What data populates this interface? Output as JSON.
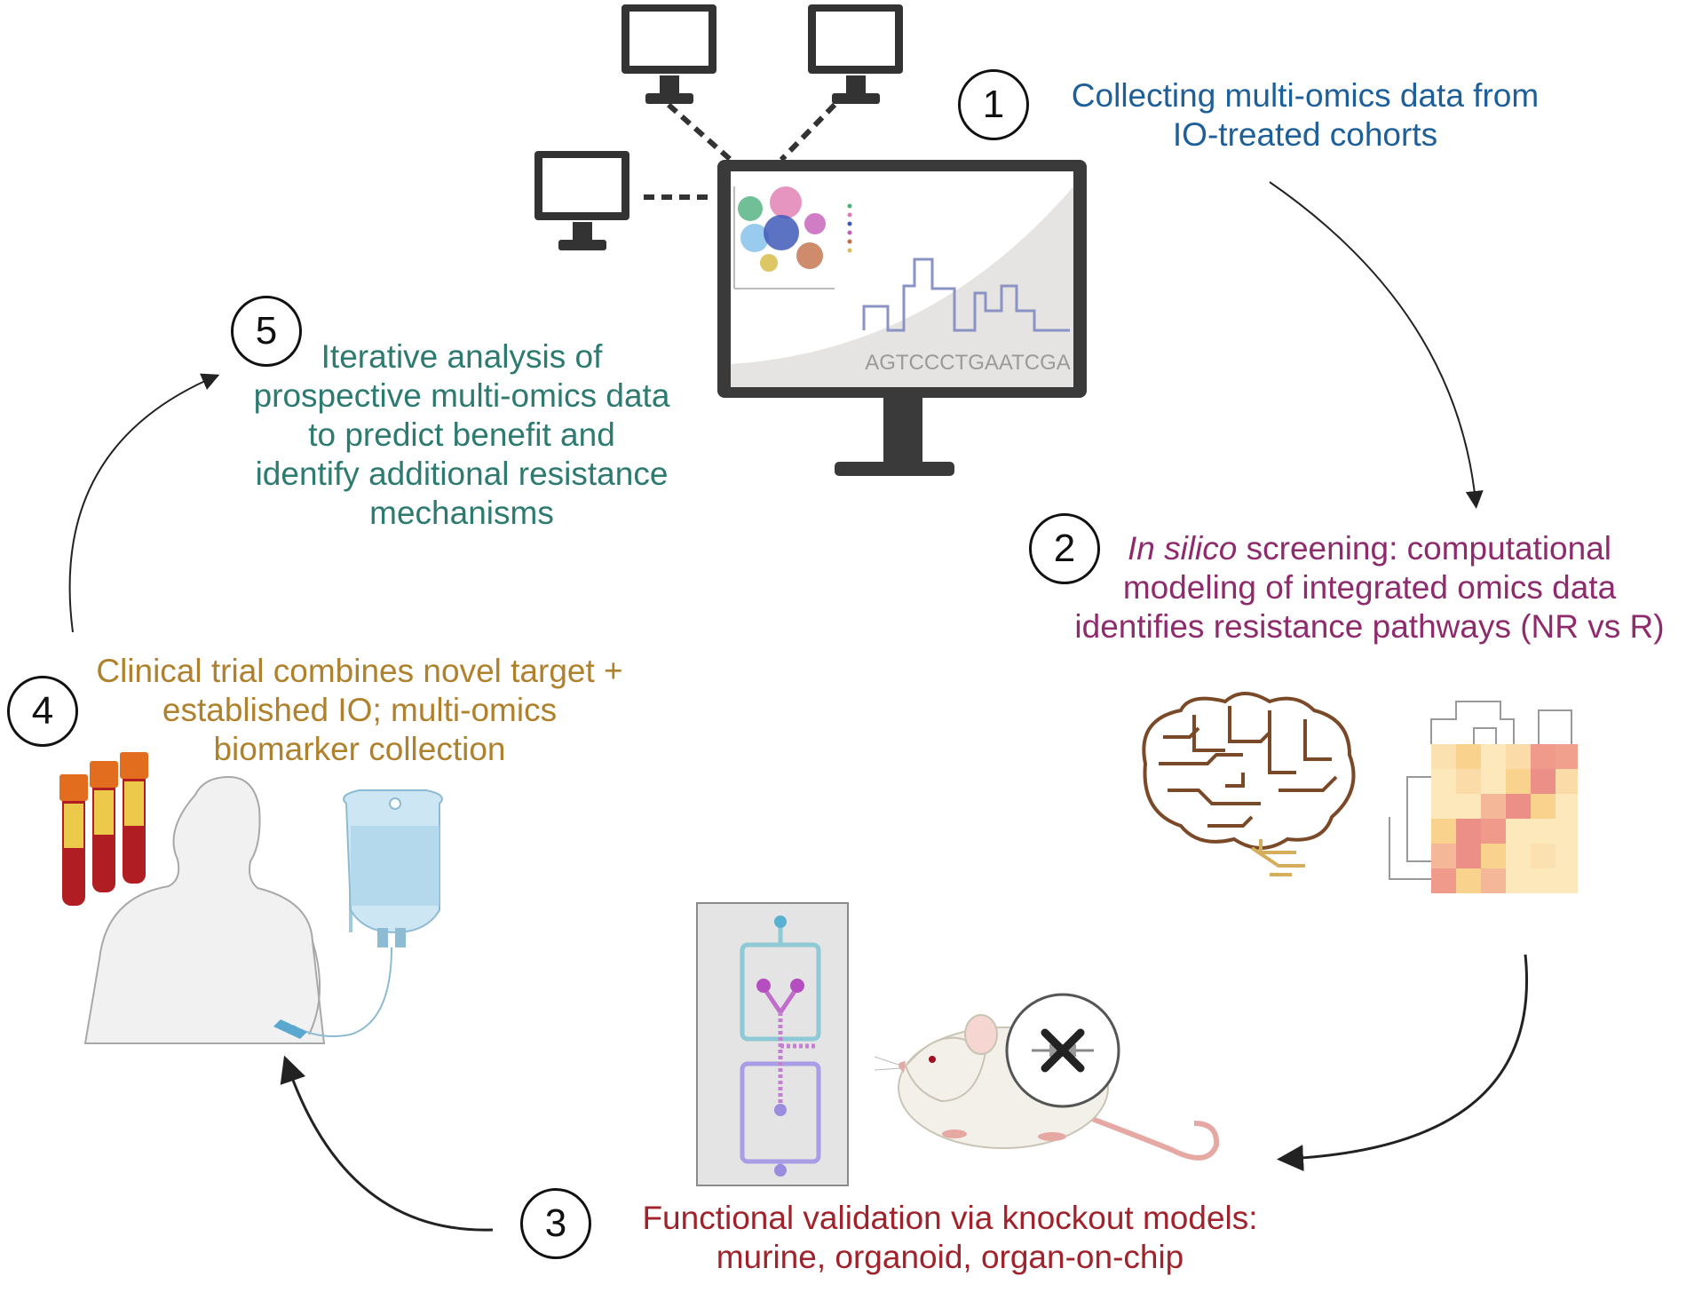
{
  "steps": [
    {
      "number": "1",
      "lines": [
        "Collecting multi-omics data from",
        "IO-treated cohorts"
      ],
      "color": "#1d5f99"
    },
    {
      "number": "2",
      "lines": [
        "In silico screening: computational",
        "modeling of integrated omics data",
        "identifies resistance pathways (NR vs R)"
      ],
      "italic_prefix": "In silico",
      "line1_rest": " screening: computational",
      "color": "#8e2b6d"
    },
    {
      "number": "3",
      "lines": [
        "Functional validation via knockout models:",
        "murine, organoid, organ-on-chip"
      ],
      "color": "#a0222b"
    },
    {
      "number": "4",
      "lines": [
        "Clinical trial combines novel target +",
        "established IO;  multi-omics",
        "biomarker collection"
      ],
      "color": "#b0812d"
    },
    {
      "number": "5",
      "lines": [
        "Iterative analysis of",
        "prospective multi-omics data",
        "to predict benefit and",
        "identify additional resistance",
        "mechanisms"
      ],
      "color": "#2d7a70"
    }
  ],
  "monitor": {
    "sequence_text": "AGTCCCTGAATCGA"
  },
  "icons": {
    "client_computer": "desktop-computer-icon",
    "main_monitor": "analysis-monitor-icon",
    "brain": "circuit-brain-icon",
    "heatmap": "clustered-heatmap-icon",
    "chip": "organ-on-chip-icon",
    "mouse": "knockout-mouse-icon",
    "patient": "patient-infusion-icon",
    "blood_tubes": "blood-tube-icon"
  }
}
